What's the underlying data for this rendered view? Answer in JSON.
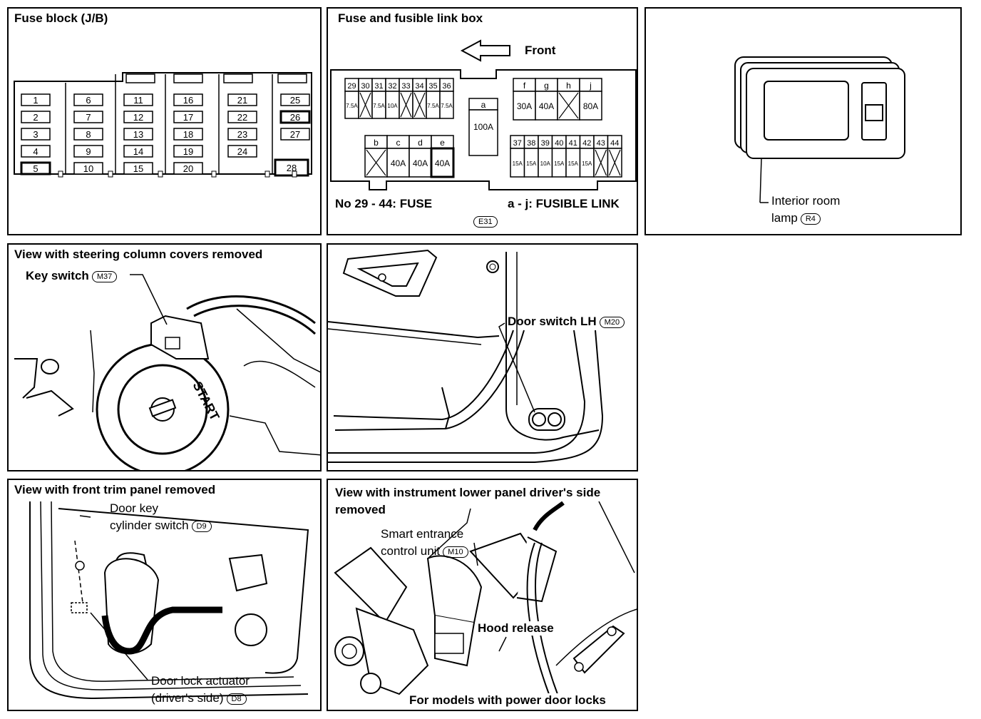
{
  "fuse_block": {
    "title": "Fuse block (J/B)",
    "fuses": [
      "1",
      "2",
      "3",
      "4",
      "5",
      "6",
      "7",
      "8",
      "9",
      "10",
      "11",
      "12",
      "13",
      "14",
      "15",
      "16",
      "17",
      "18",
      "19",
      "20",
      "21",
      "22",
      "23",
      "24",
      "25",
      "26",
      "27",
      "28"
    ]
  },
  "link_box": {
    "title": "Fuse and fusible link box",
    "front_label": "Front",
    "top_fuses": {
      "numbers": [
        "29",
        "30",
        "31",
        "32",
        "33",
        "34",
        "35",
        "36"
      ],
      "ratings": [
        "7.5A",
        "",
        "7.5A",
        "10A",
        "",
        "",
        "7.5A",
        "7.5A"
      ]
    },
    "link_a": {
      "letter": "a",
      "rating": "100A"
    },
    "top_links": {
      "letters": [
        "f",
        "g",
        "h",
        "j"
      ],
      "ratings": [
        "30A",
        "40A",
        "",
        "80A"
      ]
    },
    "bottom_links": {
      "letters": [
        "b",
        "c",
        "d",
        "e"
      ],
      "ratings": [
        "",
        "40A",
        "40A",
        "40A"
      ]
    },
    "bottom_fuses": {
      "numbers": [
        "37",
        "38",
        "39",
        "40",
        "41",
        "42",
        "43",
        "44"
      ],
      "ratings": [
        "15A",
        "15A",
        "10A",
        "15A",
        "15A",
        "15A",
        "",
        ""
      ]
    },
    "legend_fuse": "No 29 - 44:  FUSE",
    "legend_link": "a - j:  FUSIBLE LINK",
    "connector": "E31"
  },
  "interior_lamp": {
    "label_line1": "Interior room",
    "label_line2": "lamp",
    "connector": "R4"
  },
  "steering": {
    "title": "View with steering column covers removed",
    "key_switch": "Key switch",
    "connector": "M37",
    "start_text": "START"
  },
  "door_switch": {
    "label": "Door switch LH",
    "connector": "M20"
  },
  "front_trim": {
    "title": "View with front trim panel removed",
    "cyl_line1": "Door key",
    "cyl_line2": "cylinder switch",
    "cyl_connector": "D9",
    "act_line1": "Door lock actuator",
    "act_line2": "(driver's side)",
    "act_connector": "D8"
  },
  "instrument": {
    "title_line1": "View with instrument lower panel driver's side",
    "title_line2": "removed",
    "unit_line1": "Smart entrance",
    "unit_line2": "control unit",
    "unit_connector": "M10",
    "hood": "Hood release",
    "footer": "For models with power door locks"
  }
}
